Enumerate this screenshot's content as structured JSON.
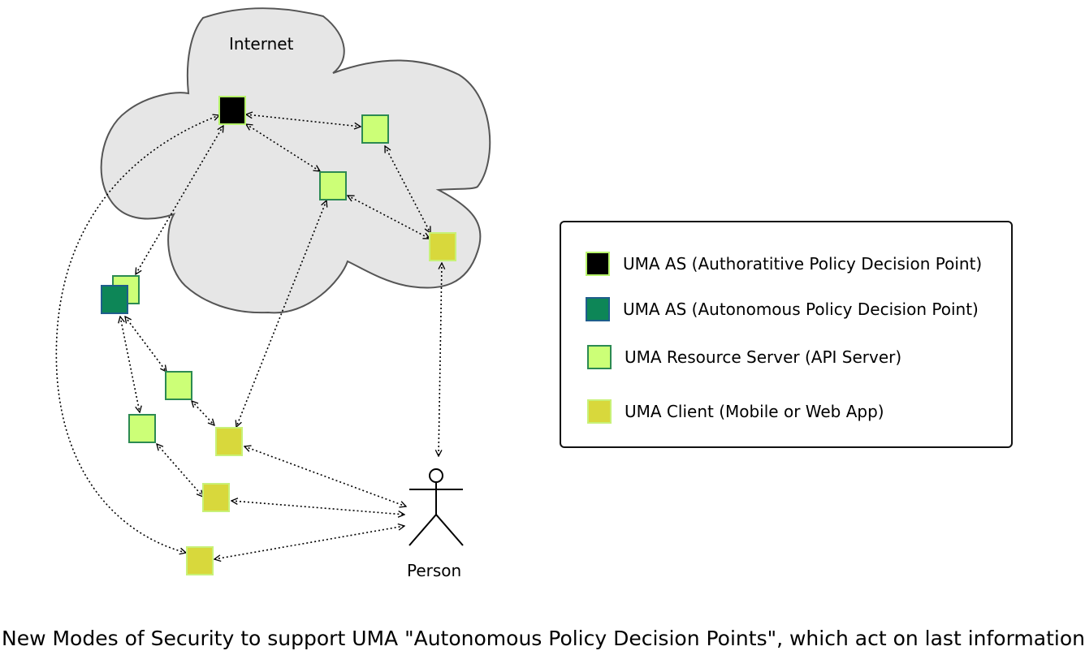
{
  "diagram": {
    "cloud_label": "Internet",
    "person_label": "Person",
    "caption": "New Modes of Security to support UMA \"Autonomous Policy Decision Points\", which act on last information.",
    "legend": [
      {
        "label": "UMA AS (Authoratitive Policy Decision Point)",
        "color": "#000000",
        "border": "#b7f46b",
        "node_type": "authoritative-as"
      },
      {
        "label": "UMA AS (Autonomous Policy Decision Point)",
        "color": "#0d8657",
        "border": "#1f5e8c",
        "node_type": "autonomous-as"
      },
      {
        "label": "UMA Resource Server (API Server)",
        "color": "#ccff77",
        "border": "#2c8a52",
        "node_type": "resource-server"
      },
      {
        "label": "UMA Client (Mobile or Web App)",
        "color": "#d8d83c",
        "border": "#c8f178",
        "node_type": "client"
      }
    ],
    "colors": {
      "cloud_fill": "#e6e6e6",
      "cloud_stroke": "#555555",
      "connector": "#000000"
    }
  }
}
